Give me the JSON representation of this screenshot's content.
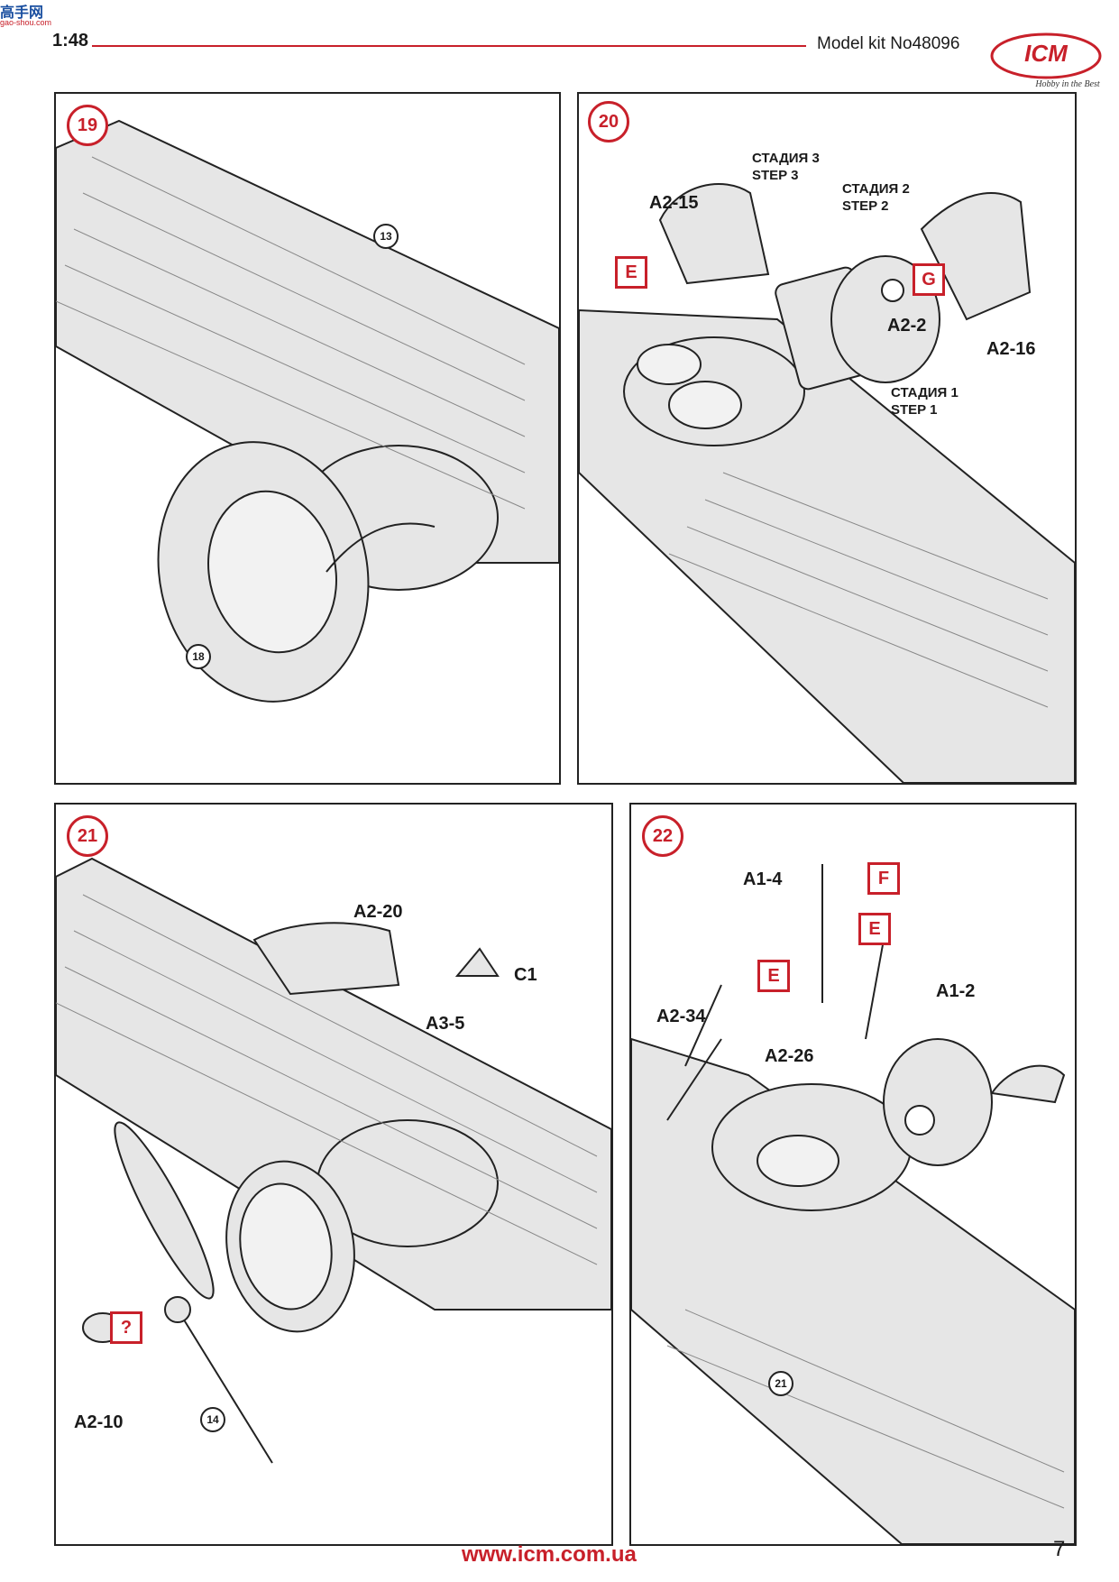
{
  "header": {
    "corner_brand": "高手网",
    "corner_url": "gao-shou.com",
    "scale": "1:48",
    "kit_number": "Model kit No48096",
    "logo_text": "ICM",
    "logo_tagline": "Hobby in the Best"
  },
  "panels": {
    "p19": {
      "step": "19",
      "refs": [
        "13",
        "18"
      ]
    },
    "p20": {
      "step": "20",
      "labels": {
        "a215": "A2-15",
        "a22": "A2-2",
        "a216": "A2-16",
        "st3_ru": "СТАДИЯ 3",
        "st3_en": "STEP 3",
        "st2_ru": "СТАДИЯ 2",
        "st2_en": "STEP 2",
        "st1_ru": "СТАДИЯ 1",
        "st1_en": "STEP 1"
      },
      "paint": [
        "E",
        "G"
      ]
    },
    "p21": {
      "step": "21",
      "labels": {
        "a220": "A2-20",
        "c1": "C1",
        "a35": "A3-5",
        "a210": "A2-10"
      },
      "paint": [
        "?"
      ],
      "refs": [
        "14"
      ]
    },
    "p22": {
      "step": "22",
      "labels": {
        "a14": "A1-4",
        "a12": "A1-2",
        "a234": "A2-34",
        "a226": "A2-26"
      },
      "paint": [
        "F",
        "E",
        "E"
      ],
      "refs": [
        "21"
      ]
    }
  },
  "footer": {
    "url": "www.icm.com.ua",
    "page": "7"
  },
  "colors": {
    "accent": "#c8202a",
    "line": "#222222",
    "fill": "#e6e6e6"
  }
}
